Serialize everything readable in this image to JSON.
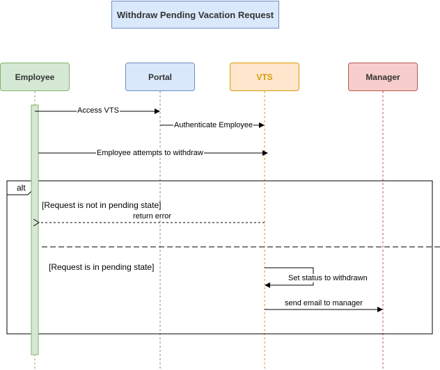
{
  "title": "Withdraw Pending Vacation Request",
  "participants": {
    "employee": "Employee",
    "portal": "Portal",
    "vts": "VTS",
    "manager": "Manager"
  },
  "messages": {
    "access_vts": "Access VTS",
    "authenticate": "Authenticate Employee",
    "attempt_withdraw": "Employee attempts to withdraw",
    "return_error": "return error",
    "set_status": "Set status to withdrawn",
    "send_email": "send email to manager"
  },
  "alt_frame": {
    "label": "alt",
    "guard_1": "[Request is not in pending state]",
    "guard_2": "[Request is in pending state]"
  },
  "colors": {
    "employee_fill": "#d5e8d4",
    "portal_fill": "#dae8fc",
    "vts_fill": "#ffe6cc",
    "manager_fill": "#f8cecc"
  }
}
